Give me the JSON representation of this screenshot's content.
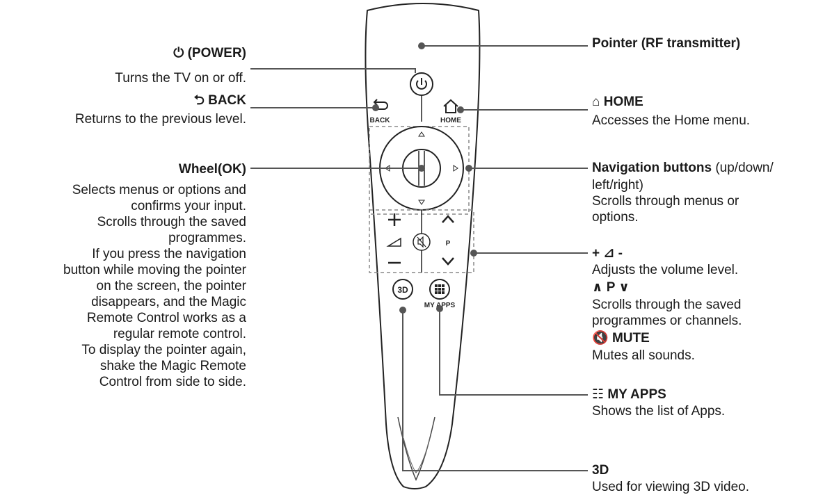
{
  "remote": {
    "back_label": "BACK",
    "home_label": "HOME",
    "ch_label": "P",
    "myapps_label": "MY APPS",
    "threed_label": "3D"
  },
  "callouts": {
    "power": {
      "title": "(POWER)",
      "desc": "Turns the TV on or off."
    },
    "back": {
      "title": "BACK",
      "desc": "Returns to the previous level."
    },
    "wheel": {
      "title": "Wheel(OK)",
      "desc_lines": [
        "Selects menus or options and",
        "confirms your input.",
        "Scrolls through the saved",
        "programmes.",
        "If you press the navigation",
        "button while moving the pointer",
        "on the screen, the pointer",
        "disappears, and the Magic",
        "Remote Control works as a",
        "regular remote control.",
        "To display the pointer again,",
        "shake the Magic Remote",
        "Control from side to side."
      ]
    },
    "pointer": {
      "title": "Pointer (RF transmitter)"
    },
    "home": {
      "title": "HOME",
      "desc": "Accesses the Home menu."
    },
    "navigation": {
      "title": "Navigation buttons",
      "title_suffix": " (up/down/",
      "desc_lines": [
        "left/right)",
        "Scrolls through menus or",
        "options."
      ]
    },
    "volume": {
      "title": "+ ⊿ -",
      "desc": "Adjusts the volume level.",
      "channel_title": "P",
      "channel_desc_lines": [
        "Scrolls through the saved",
        "programmes or channels."
      ],
      "mute_title": "MUTE",
      "mute_desc": "Mutes all sounds."
    },
    "myapps": {
      "title": "MY APPS",
      "desc": "Shows the list of Apps."
    },
    "threed": {
      "title": "3D",
      "desc": "Used for viewing 3D video."
    }
  },
  "colors": {
    "line": "#555555",
    "outline": "#222222",
    "dash": "#888888"
  }
}
